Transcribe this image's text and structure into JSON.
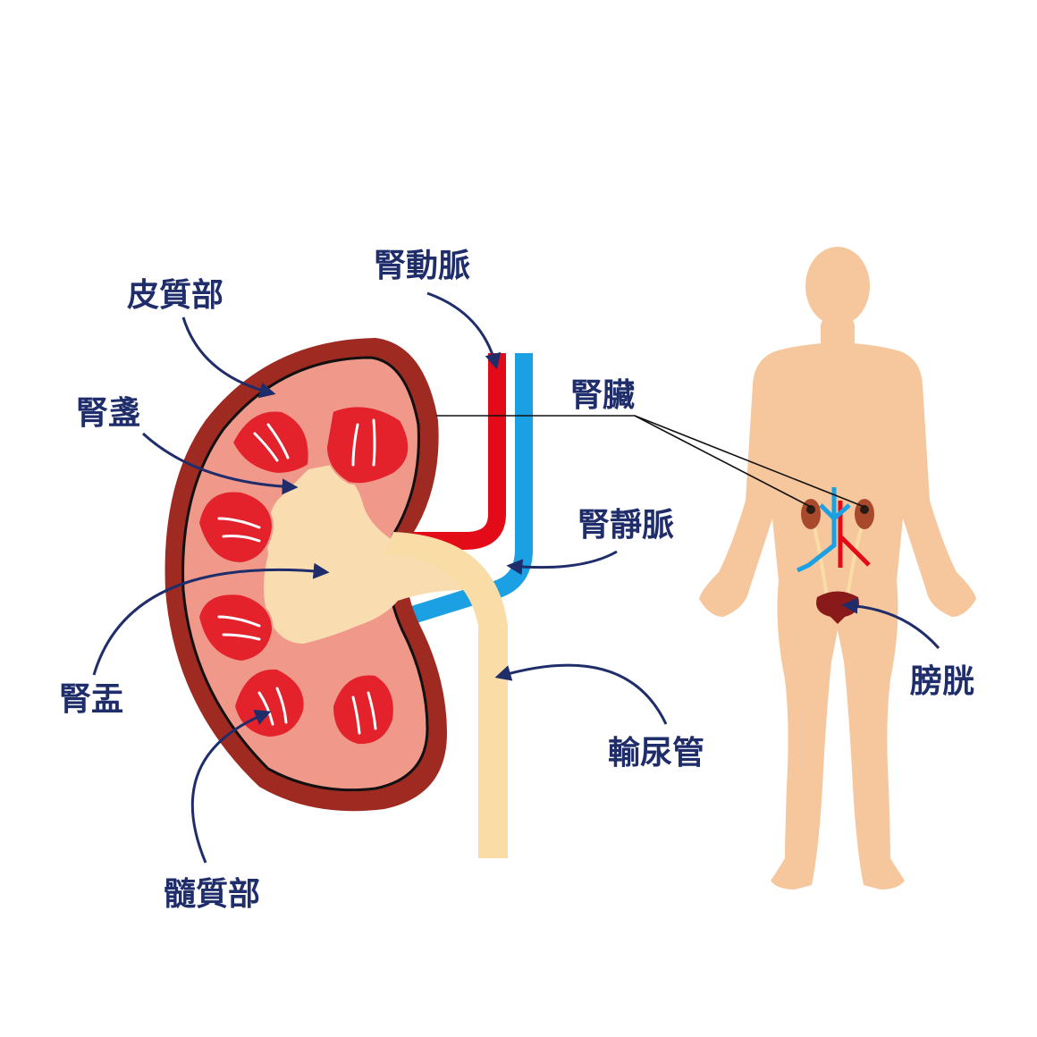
{
  "labels": {
    "cortex": "皮質部",
    "calyx": "腎盞",
    "pelvis": "腎盂",
    "medulla": "髓質部",
    "renal_artery": "腎動脈",
    "kidney": "腎臟",
    "renal_vein": "腎靜脈",
    "ureter": "輸尿管",
    "bladder": "膀胱"
  },
  "colors": {
    "label_text": "#1f2d6b",
    "capsule": "#9e2a22",
    "cortex": "#f0988a",
    "medulla_pyramid": "#e3222c",
    "pelvis": "#f9ddb0",
    "artery": "#e30b17",
    "vein": "#1aa0e3",
    "ureter": "#fadca6",
    "skin": "#f6c69c",
    "bladder": "#8a1a1a"
  }
}
